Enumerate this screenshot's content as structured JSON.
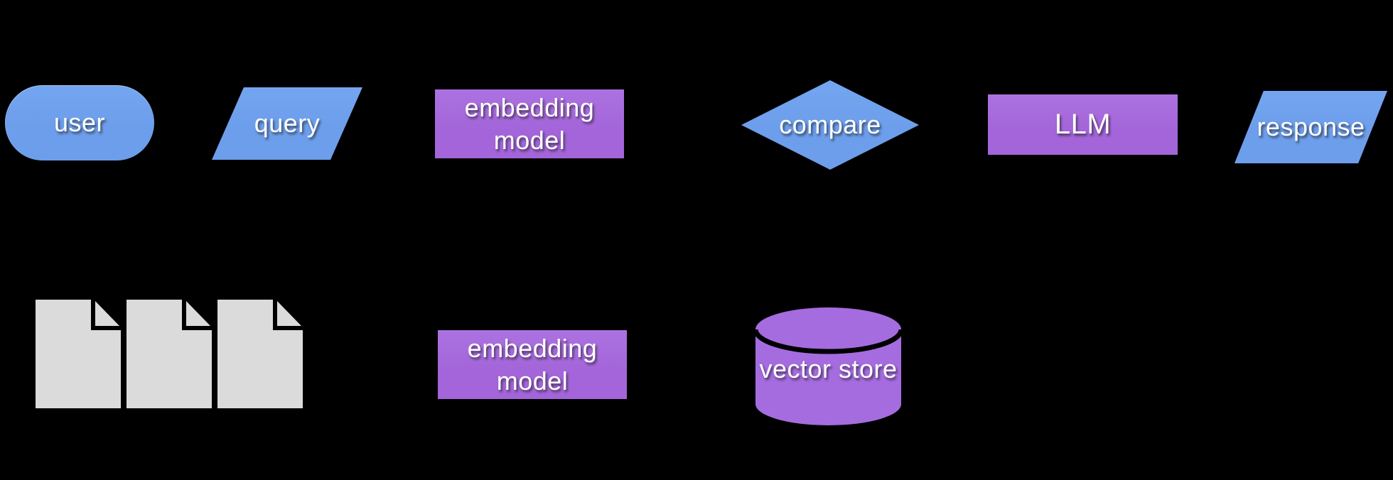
{
  "diagram": {
    "type": "flowchart",
    "background": "#000000",
    "colors": {
      "background_black": "#000000",
      "io_blue": "#6D9EEB",
      "process_purple": "#A365D9",
      "store_purple": "#A56CDF",
      "document_gray": "#DBDBDB",
      "label_white": "#FFFFFF"
    },
    "nodes": {
      "user": {
        "label": "user",
        "shape": "stadium"
      },
      "query": {
        "label": "query",
        "shape": "parallelogram"
      },
      "embedding_model_top": {
        "label": "embedding model",
        "shape": "rectangle"
      },
      "compare": {
        "label": "compare",
        "shape": "diamond"
      },
      "llm": {
        "label": "LLM",
        "shape": "rectangle"
      },
      "response": {
        "label": "response",
        "shape": "parallelogram"
      },
      "documents": {
        "label": "",
        "shape": "document-stack",
        "count": 3
      },
      "embedding_model_bottom": {
        "label": "embedding model",
        "shape": "rectangle"
      },
      "vector_store": {
        "label": "vector store",
        "shape": "cylinder"
      }
    }
  }
}
